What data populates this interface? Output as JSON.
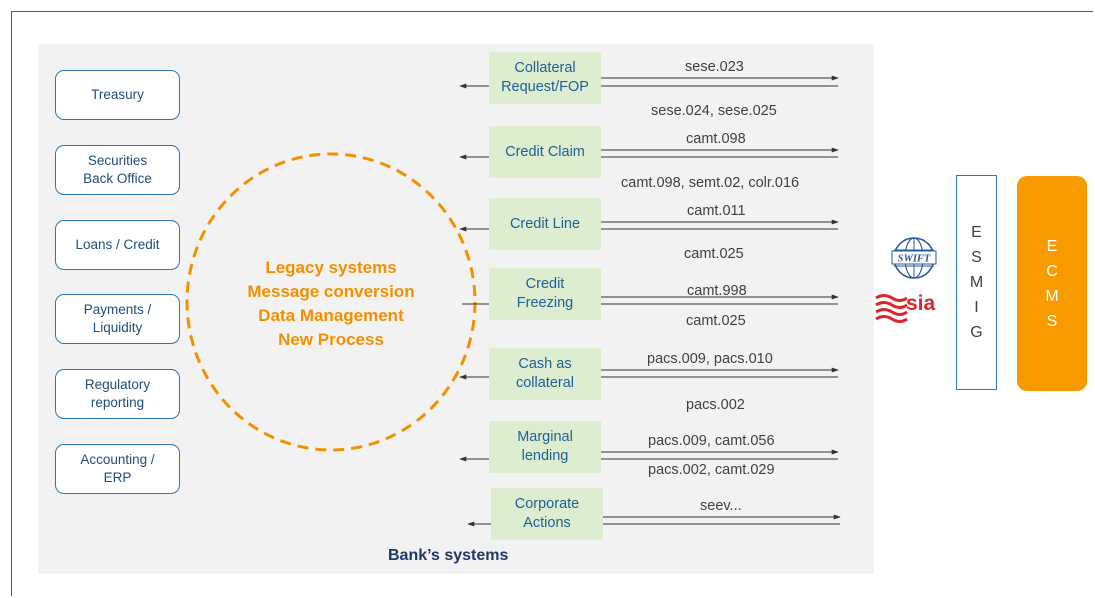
{
  "systems": [
    {
      "label": "Treasury"
    },
    {
      "label": "Securities\nBack Office"
    },
    {
      "label": "Loans / Credit"
    },
    {
      "label": "Payments /\nLiquidity"
    },
    {
      "label": "Regulatory\nreporting"
    },
    {
      "label": "Accounting /\nERP"
    }
  ],
  "center": {
    "line1": "Legacy systems",
    "line2": "Message conversion",
    "line3": "Data Management",
    "line4": "New Process"
  },
  "flows": [
    {
      "label": "Collateral\nRequest/FOP",
      "out": "sese.023",
      "in": "sese.024, sese.025"
    },
    {
      "label": "Credit Claim",
      "out": "camt.098",
      "in": "camt.098, semt.02, colr.016"
    },
    {
      "label": "Credit Line",
      "out": "camt.011",
      "in": "camt.025"
    },
    {
      "label": "Credit\nFreezing",
      "out": "camt.998",
      "in": "camt.025"
    },
    {
      "label": "Cash as\ncollateral",
      "out": "pacs.009, pacs.010",
      "in": "pacs.002"
    },
    {
      "label": "Marginal\nlending",
      "out": "pacs.009, camt.056",
      "in": "pacs.002, camt.029"
    },
    {
      "label": "Corporate\nActions",
      "out": "seev...",
      "in": ""
    }
  ],
  "bank_title": "Bank’s systems",
  "swift_label": "SWIFT",
  "sia_label": "sia",
  "esmig_letters": [
    "E",
    "S",
    "M",
    "I",
    "G"
  ],
  "ecms_letters": [
    "E",
    "C",
    "M",
    "S"
  ],
  "colors": {
    "accent_orange": "#f29100",
    "ecms_orange": "#f79b00",
    "box_blue": "#2e75b6",
    "flow_green": "#ddeed0",
    "sia_red": "#e0242b"
  },
  "icons": [
    "swift-logo-icon",
    "sia-logo-icon"
  ]
}
